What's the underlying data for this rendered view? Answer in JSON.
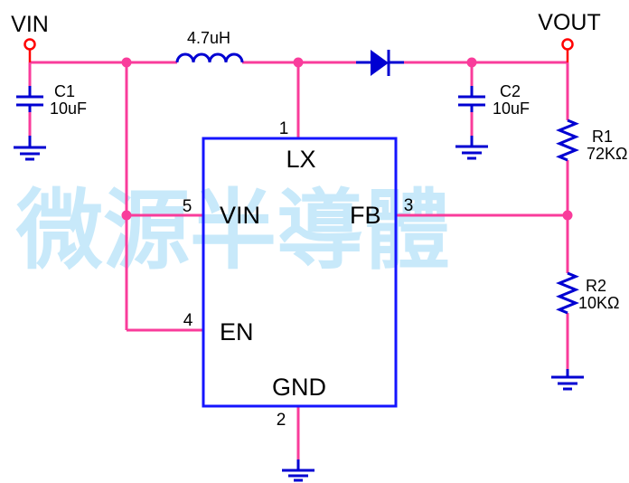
{
  "watermark": {
    "text": "微源半導體",
    "color": "#C8E9FA"
  },
  "terminals": {
    "input_label": "VIN",
    "output_label": "VOUT"
  },
  "ic": {
    "pins": [
      {
        "number": "1",
        "name": "LX"
      },
      {
        "number": "5",
        "name": "VIN"
      },
      {
        "number": "3",
        "name": "FB"
      },
      {
        "number": "4",
        "name": "EN"
      },
      {
        "number": "2",
        "name": "GND"
      }
    ]
  },
  "components": {
    "inductor": {
      "value": "4.7uH"
    },
    "c1": {
      "ref": "C1",
      "value": "10uF"
    },
    "c2": {
      "ref": "C2",
      "value": "10uF"
    },
    "r1": {
      "ref": "R1",
      "value": "72KΩ"
    },
    "r2": {
      "ref": "R2",
      "value": "10KΩ"
    }
  },
  "colors": {
    "wire": "#F93C9B",
    "component": "#0000D2",
    "ic_box": "#1515FF",
    "terminal": "#FF0000",
    "label_text": "#000000",
    "watermark": "#C8E9FA",
    "background": "#FFFFFF"
  }
}
